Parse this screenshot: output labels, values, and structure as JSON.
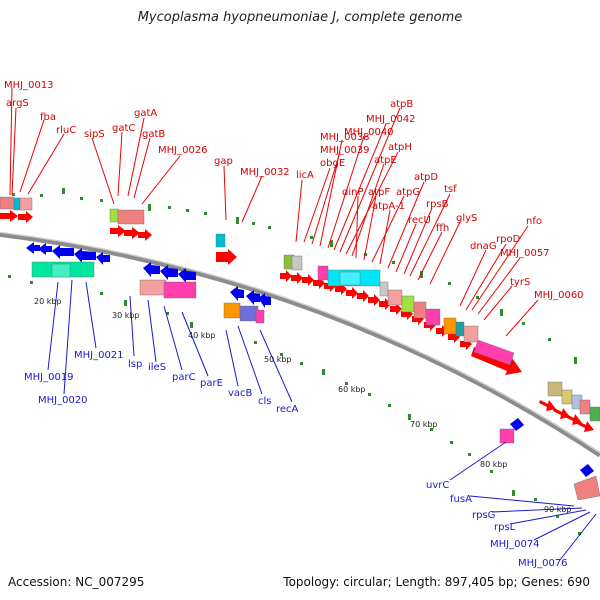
{
  "title": "Mycoplasma hyopneumoniae J, complete genome",
  "footer": {
    "accession": "Accession: NC_007295",
    "topology": "Topology: circular; Length: 897,405 bp; Genes: 690"
  },
  "colors": {
    "forward_label": "#d40000",
    "reverse_label": "#1a1acc",
    "backbone": "#8c8c8c",
    "tick": "#2e8b2e"
  },
  "scale_labels": [
    "20 kbp",
    "30 kbp",
    "40 kbp",
    "50 kbp",
    "60 kbp",
    "70 kbp",
    "80 kbp",
    "90 kbp"
  ],
  "forward_labels": [
    "MHJ_0013",
    "argS",
    "fba",
    "rluC",
    "sipS",
    "gatC",
    "gatA",
    "gatB",
    "MHJ_0026",
    "gap",
    "MHJ_0032",
    "licA",
    "obgE",
    "MHJ_0039",
    "MHJ_0038",
    "MHJ_0040",
    "MHJ_0042",
    "atpB",
    "atpH",
    "atpE",
    "dinP",
    "atpF",
    "atpG",
    "atpA-1",
    "atpD",
    "recU",
    "rpsB",
    "tsf",
    "ffh",
    "glyS",
    "dnaG",
    "rpoD",
    "nfo",
    "MHJ_0057",
    "tyrS",
    "MHJ_0060"
  ],
  "reverse_labels": [
    "MHJ_0019",
    "MHJ_0020",
    "MHJ_0021",
    "lsp",
    "ileS",
    "parC",
    "parE",
    "vacB",
    "cls",
    "recA",
    "uvrC",
    "fusA",
    "rpsG",
    "rpsL",
    "MHJ_0074",
    "MHJ_0076"
  ]
}
